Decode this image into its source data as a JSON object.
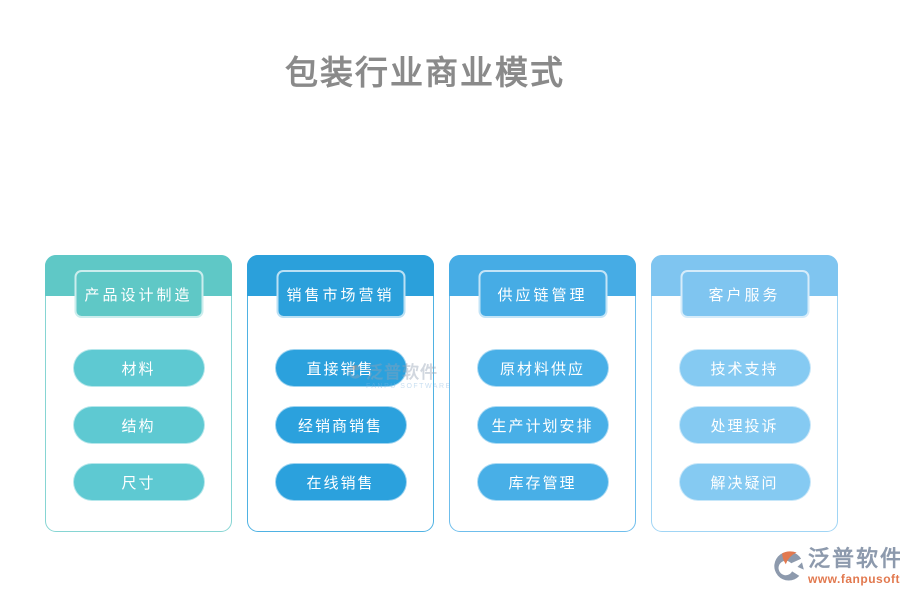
{
  "title": "包装行业商业模式",
  "title_color": "#8a8a8a",
  "columns": [
    {
      "header": "产品设计制造",
      "items": [
        "材料",
        "结构",
        "尺寸"
      ],
      "band_color": "#5FC8C6",
      "button_color": "#5EC9D2",
      "border_color": "#86D5D3"
    },
    {
      "header": "销售市场营销",
      "items": [
        "直接销售",
        "经销商销售",
        "在线销售"
      ],
      "band_color": "#2BA0DB",
      "button_color": "#2BA1DD",
      "border_color": "#4FB2E3"
    },
    {
      "header": "供应链管理",
      "items": [
        "原材料供应",
        "生产计划安排",
        "库存管理"
      ],
      "band_color": "#46ACE5",
      "button_color": "#48AFE7",
      "border_color": "#6FBEEC"
    },
    {
      "header": "客户服务",
      "items": [
        "技术支持",
        "处理投诉",
        "解决疑问"
      ],
      "band_color": "#7FC5F0",
      "button_color": "#85CAF2",
      "border_color": "#A0D5F5"
    }
  ],
  "watermark": {
    "text": "泛普软件",
    "subtext": "FANPU SOFTWARE"
  },
  "logo": {
    "name": "泛普软件",
    "url": "www.fanpusoft.com",
    "text_color": "#8D9AAD",
    "url_color": "#E2794F",
    "icon_gray": "#8D9AAD",
    "icon_orange": "#E2794F"
  }
}
